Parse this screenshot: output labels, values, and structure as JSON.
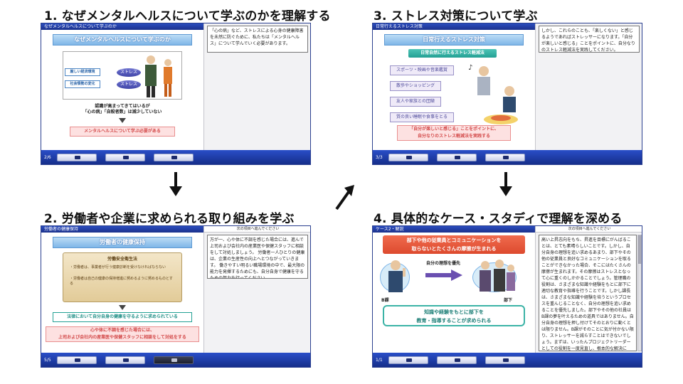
{
  "steps": [
    {
      "title": "1. なぜメンタルヘルスについて学ぶのかを理解する",
      "header": "なぜメンタルヘルスについて学ぶのか",
      "banner": "なぜメンタルヘルスについて学ぶのか",
      "left_items": [
        "厳しい経済環境",
        "社会情勢の変化"
      ],
      "oval_label": "ストレス",
      "caption_line1": "認識が高まってきてはいるが",
      "caption_line2": "「心の病」「自殺者数」は減少していない",
      "conclusion": "メンタルヘルスについて学ぶ必要がある",
      "note": "「心の病」など、ストレスによる心身の健康障害を未然に防ぐために、私たちは「メンタルヘルス」について学んでいく必要があります。",
      "page": "2/6"
    },
    {
      "title": "2. 労働者や企業に求められる取り組みを学ぶ",
      "header": "労働者の健康保持",
      "note_head": "次の項目へ進んでください",
      "banner": "労働者の健康保持",
      "scroll_title": "労働安全衛生法",
      "scroll_lines": [
        "・労働者は、事業者が行う健康診断を受けなければならない",
        "・労働者は自己の健康の保持増進に努めるように努めるものとする"
      ],
      "teal_text": "法律において自分自身の健康を守るように求められている",
      "pink_line1": "心や体に不調を感じた場合には、",
      "pink_line2": "上司および会社内の産業医や保健スタッフに相談をして対処をする",
      "note": "万が一、心や体に不調を感じた場合には、進んで上司および会社内の産業医や保健スタッフに相談をして対処しましょう。 労働者一人ひとりの健康は、企業の生産性の向上へとつながっていきます。 働きやすい明るい職場環境の中で、最大限の能力を発揮するためにも、自分自身で健康を守るための努力を行ってください。",
      "page": "5/5"
    },
    {
      "title": "3. ストレス対策について学ぶ",
      "header": "日常行えるストレス対策",
      "banner": "日常行えるストレス対策",
      "teal_text": "日常自然に行えるストレス軽減法",
      "chips": [
        "スポーツ・映画や音楽鑑賞",
        "散歩やショッピング",
        "友人や家族との団欒",
        "質の良い睡眠や食事をとる"
      ],
      "pink_line1": "「自分が楽しいと感じる」ことをポイントに、",
      "pink_line2": "自分なりのストレス軽減法を実践する",
      "note": "しかし、これらのことも、「楽しくない」と感じるようであればストレッサーになります。「自分が楽しいと感じる」ことをポイントに、自分なりのストレス軽減法を実践してください。",
      "page": "3/3"
    },
    {
      "title": "4. 具体的なケース・スタディで理解を深める",
      "header": "ケース2・解説",
      "note_head": "次の項目へ進んでください",
      "banner_line1": "部下や他の従業員とコミュニケーションを",
      "banner_line2": "取らないとたくさんの摩擦が生まれる",
      "self_label": "自分の理想を優先",
      "left_person": "B課",
      "right_person": "部下",
      "bottom_line1": "知識や経験をもとに部下を",
      "bottom_line2": "教育・指導することが求められる",
      "note": "高い上昇志向をもち、昇進を目標にがんばることは、とても素晴らしいことです。しかし、自分自身の理想を追い求めるあまり、部下やその他の従業員と良好なコミュニケーションを取ることができなかった場合、そこにはたくさんの摩擦が生まれます。その摩擦はストレスとなって心に重くのしかかることでしょう。管理職の役割は、さまざまな知識や経験をもとに部下に適切な教育や指導を行うことです。しかし課長は、さまざまな知識や経験を培うというプロセスを重んじることなく、自分の理想を追い求めることを優先しました。部下やその他の社員はB課の夢を叶えるための道具ではありません。自分自身の理想を押し付けてそのとおりに動くとは限りません。B課がそのことに気が付かない限り、ストレッサーを減らすことはできないでしょう。まずは、いったんプロジェクトリーダーとしての役割を一度見直し、根本的な解決に",
      "page": "1/1"
    }
  ],
  "colors": {
    "header_blue": "#1c318c",
    "accent_teal": "#23a094",
    "pink_text": "#d34a4a"
  },
  "icons": [
    "sound-icon",
    "prev-icon",
    "next-icon",
    "down-arrow-icon",
    "flow-arrow-icon"
  ]
}
